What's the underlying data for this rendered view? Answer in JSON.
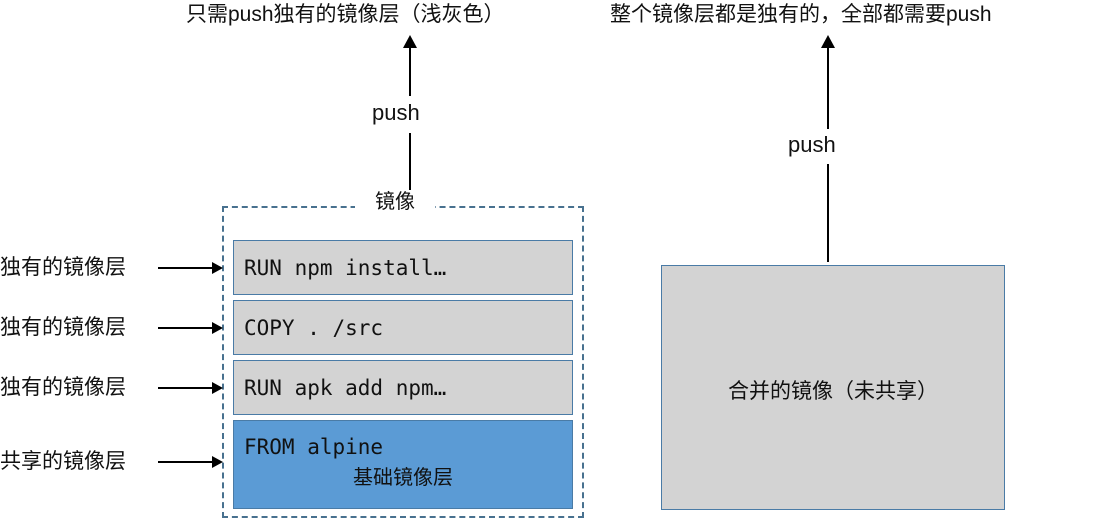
{
  "diagram": {
    "left_panel": {
      "caption": "只需push独有的镜像层（浅灰色）",
      "push_label": "push",
      "image_box_label": "镜像",
      "layers": [
        {
          "code": "RUN npm install…",
          "side_label": "独有的镜像层",
          "kind": "unique"
        },
        {
          "code": "COPY . /src",
          "side_label": "独有的镜像层",
          "kind": "unique"
        },
        {
          "code": "RUN apk add npm…",
          "side_label": "独有的镜像层",
          "kind": "unique"
        },
        {
          "code": "FROM alpine",
          "side_label": "共享的镜像层",
          "kind": "base",
          "sub_label": "基础镜像层"
        }
      ]
    },
    "right_panel": {
      "caption": "整个镜像层都是独有的，全部都需要push",
      "push_label": "push",
      "merged_box_label": "合并的镜像（未共享）"
    },
    "colors": {
      "unique_layer_fill": "#d3d3d3",
      "base_layer_fill": "#5b9bd5",
      "layer_border": "#4a7ba6",
      "dashed_border": "#48718f",
      "arrow": "#000000",
      "background": "#ffffff",
      "text": "#111111"
    }
  }
}
